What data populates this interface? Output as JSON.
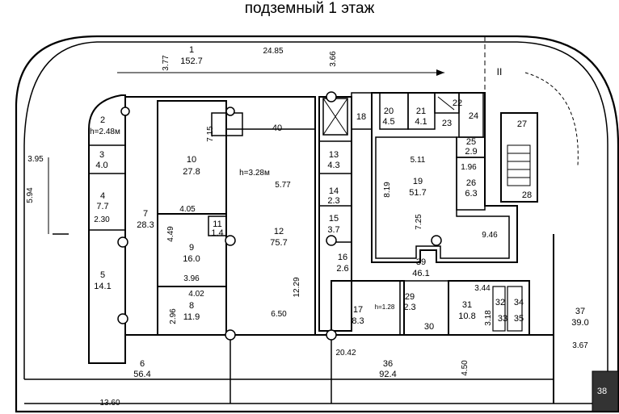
{
  "title": "подземный 1 этаж",
  "height_notes": [
    "h=2.48м",
    "h=3.28м",
    "h=1.28"
  ],
  "section_mark": "II",
  "rooms": [
    {
      "num": "1",
      "area": "152.7"
    },
    {
      "num": "2",
      "area": ""
    },
    {
      "num": "3",
      "area": "4.0"
    },
    {
      "num": "4",
      "area": "7.7"
    },
    {
      "num": "5",
      "area": "14.1"
    },
    {
      "num": "6",
      "area": "56.4"
    },
    {
      "num": "7",
      "area": "28.3"
    },
    {
      "num": "8",
      "area": "11.9"
    },
    {
      "num": "9",
      "area": "16.0"
    },
    {
      "num": "10",
      "area": "27.8"
    },
    {
      "num": "11",
      "area": "1.4"
    },
    {
      "num": "12",
      "area": "75.7"
    },
    {
      "num": "13",
      "area": "4.3"
    },
    {
      "num": "14",
      "area": "2.3"
    },
    {
      "num": "15",
      "area": "3.7"
    },
    {
      "num": "16",
      "area": "2.6"
    },
    {
      "num": "17",
      "area": "8.3"
    },
    {
      "num": "18",
      "area": ""
    },
    {
      "num": "19",
      "area": "51.7"
    },
    {
      "num": "20",
      "area": "4.5"
    },
    {
      "num": "21",
      "area": "4.1"
    },
    {
      "num": "22",
      "area": ""
    },
    {
      "num": "23",
      "area": ""
    },
    {
      "num": "24",
      "area": ""
    },
    {
      "num": "25",
      "area": "2.9"
    },
    {
      "num": "26",
      "area": "6.3"
    },
    {
      "num": "27",
      "area": ""
    },
    {
      "num": "28",
      "area": ""
    },
    {
      "num": "29",
      "area": "2.3"
    },
    {
      "num": "30",
      "area": ""
    },
    {
      "num": "31",
      "area": "10.8"
    },
    {
      "num": "32",
      "area": ""
    },
    {
      "num": "33",
      "area": ""
    },
    {
      "num": "34",
      "area": ""
    },
    {
      "num": "35",
      "area": ""
    },
    {
      "num": "36",
      "area": "92.4"
    },
    {
      "num": "37",
      "area": "39.0"
    },
    {
      "num": "38",
      "area": ""
    },
    {
      "num": "39",
      "area": "46.1"
    },
    {
      "num": "40",
      "area": ""
    }
  ],
  "dimensions": [
    "3.77",
    "24.85",
    "3.66",
    "3.95",
    "5.94",
    "2.30",
    "7.15",
    "5.77",
    "4.05",
    "4.49",
    "3.96",
    "4.02",
    "2.96",
    "6.50",
    "12.29",
    "8.19",
    "5.11",
    "1.96",
    "7.25",
    "9.46",
    "3.44",
    "3.18",
    "20.42",
    "4.50",
    "3.67",
    "13.60"
  ]
}
